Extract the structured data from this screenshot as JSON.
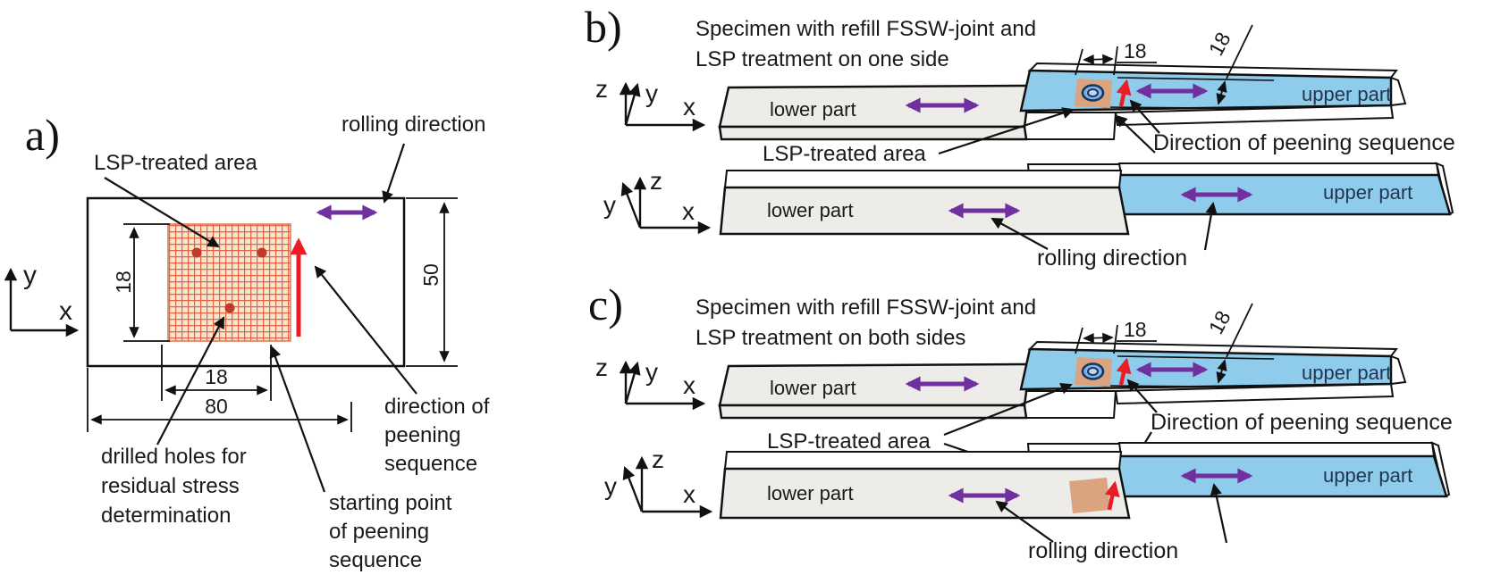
{
  "colors": {
    "purple": "#7030A0",
    "red": "#EC1C24",
    "blue_bar": "#8FCBEA",
    "grey_bar": "#EDECE8",
    "tan_area": "#D9A47F",
    "hatch_bg": "#FBE4CD",
    "hatch_line": "#E06644",
    "spot_ring": "#17365D",
    "spot_fill": "#7FB2E5"
  },
  "panel_a": {
    "label": "a)",
    "axes": {
      "x": "x",
      "y": "y"
    },
    "lsp_label": "LSP-treated area",
    "rolling_label": "rolling direction",
    "drilled_lines": [
      "drilled holes for",
      "residual stress",
      "determination"
    ],
    "direction_lines": [
      "direction of",
      "peening",
      "sequence"
    ],
    "starting_lines": [
      "starting point",
      "of peening",
      "sequence"
    ],
    "dim_square_height": "18",
    "dim_square_width": "18",
    "dim_plate_width": "80",
    "dim_plate_height": "50"
  },
  "panel_b": {
    "label": "b)",
    "title_lines": [
      "Specimen with refill FSSW-joint and",
      "LSP treatment on one side"
    ],
    "axes_top": {
      "z": "z",
      "y": "y",
      "x": "x"
    },
    "axes_bottom": {
      "y": "y",
      "z": "z",
      "x": "x"
    },
    "top_view": {
      "lower_part": "lower part",
      "upper_part": "upper part",
      "dim_offset": "18",
      "dim_strip": "18"
    },
    "bottom_view": {
      "lower_part": "lower part",
      "upper_part": "upper part"
    },
    "lsp_label": "LSP-treated area",
    "direction_label": "Direction of peening sequence",
    "rolling_label": "rolling direction"
  },
  "panel_c": {
    "label": "c)",
    "title_lines": [
      "Specimen with refill FSSW-joint and",
      "LSP treatment on both sides"
    ],
    "axes_top": {
      "z": "z",
      "y": "y",
      "x": "x"
    },
    "axes_bottom": {
      "y": "y",
      "z": "z",
      "x": "x"
    },
    "top_view": {
      "lower_part": "lower part",
      "upper_part": "upper part",
      "dim_offset": "18",
      "dim_strip": "18"
    },
    "bottom_view": {
      "lower_part": "lower part",
      "upper_part": "upper part"
    },
    "lsp_label": "LSP-treated area",
    "direction_label": "Direction of peening sequence",
    "rolling_label": "rolling direction"
  }
}
